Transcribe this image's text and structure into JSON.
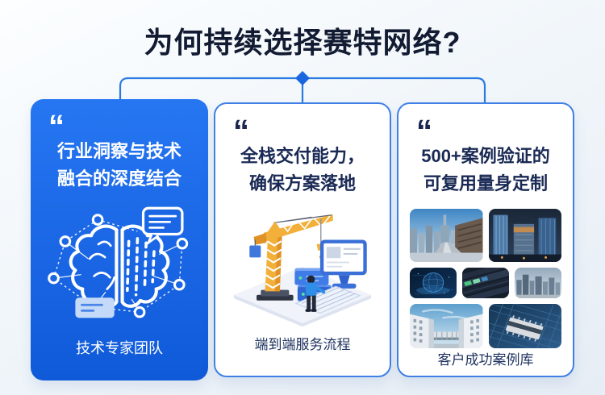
{
  "page": {
    "title": "为何持续选择赛特网络?"
  },
  "colors": {
    "accent_blue": "#1a66e4",
    "bracket_blue": "#2b7ae2",
    "title_navy": "#121b32",
    "heading_navy": "#1a2a55",
    "card_border_blue": "#4080e6",
    "crane_orange": "#f2b03a"
  },
  "connector": {
    "shape": "bracket-with-diamond"
  },
  "cards": [
    {
      "id": "expert-team",
      "quote_mark": "“",
      "heading_lines": [
        "行业洞察与技术",
        "融合的深度结合"
      ],
      "illustration": "brain-network-illustration",
      "footer": "技术专家团队"
    },
    {
      "id": "service-process",
      "quote_mark": "“",
      "heading_lines": [
        "全栈交付能力，",
        "确保方案落地"
      ],
      "illustration": "crane-construction-illustration",
      "footer": "端到端服务流程"
    },
    {
      "id": "case-library",
      "quote_mark": "“",
      "heading_lines": [
        "500+案例验证的",
        "可复用量身定制"
      ],
      "photos": [
        {
          "name": "city-skyline-day-photo"
        },
        {
          "name": "city-towers-night-photo"
        },
        {
          "name": "digital-globe-photo"
        },
        {
          "name": "server-racks-photo"
        },
        {
          "name": "gray-skyscrapers-photo"
        },
        {
          "name": "white-building-photo"
        },
        {
          "name": "circuit-board-photo"
        }
      ],
      "footer": "客户成功案例库"
    }
  ]
}
